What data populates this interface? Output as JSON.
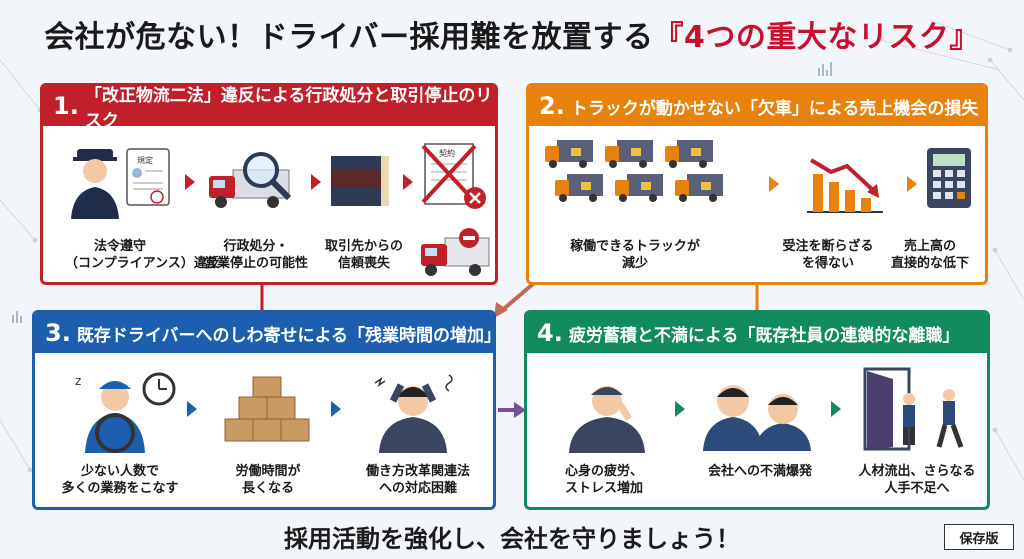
{
  "title": {
    "prefix": "会社が危ない！ドライバー採用難を放置する",
    "highlight": "『4つの重大なリスク』"
  },
  "panels": [
    {
      "num": "1.",
      "heading": "「改正物流二法」違反による行政処分と取引停止のリスク",
      "color": "#c0202a",
      "captions": [
        "法令遵守\n（コンプライアンス）違反",
        "行政処分・\n営業停止の可能性",
        "取引先からの\n信頼喪失"
      ],
      "icon_texts": {
        "document": "規定",
        "contract": "契約"
      }
    },
    {
      "num": "2.",
      "heading": "トラックが動かせない「欠車」による売上機会の損失",
      "color": "#e8820e",
      "captions": [
        "稼働できるトラックが\n減少",
        "受注を断らざる\nを得ない",
        "売上高の\n直接的な低下"
      ]
    },
    {
      "num": "3.",
      "heading": "既存ドライバーへのしわ寄せによる「残業時間の増加」",
      "color": "#1d5fae",
      "captions": [
        "少ない人数で\n多くの業務をこなす",
        "労働時間が\n長くなる",
        "働き方改革関連法\nへの対応困難"
      ]
    },
    {
      "num": "4.",
      "heading": "疲労蓄積と不満による「既存社員の連鎖的な離職」",
      "color": "#118a5e",
      "captions": [
        "心身の疲労、\nストレス増加",
        "会社への不満爆発",
        "人材流出、さらなる\n人手不足へ"
      ]
    }
  ],
  "footer": "採用活動を強化し、会社を守りましょう！",
  "badge": "保存版"
}
